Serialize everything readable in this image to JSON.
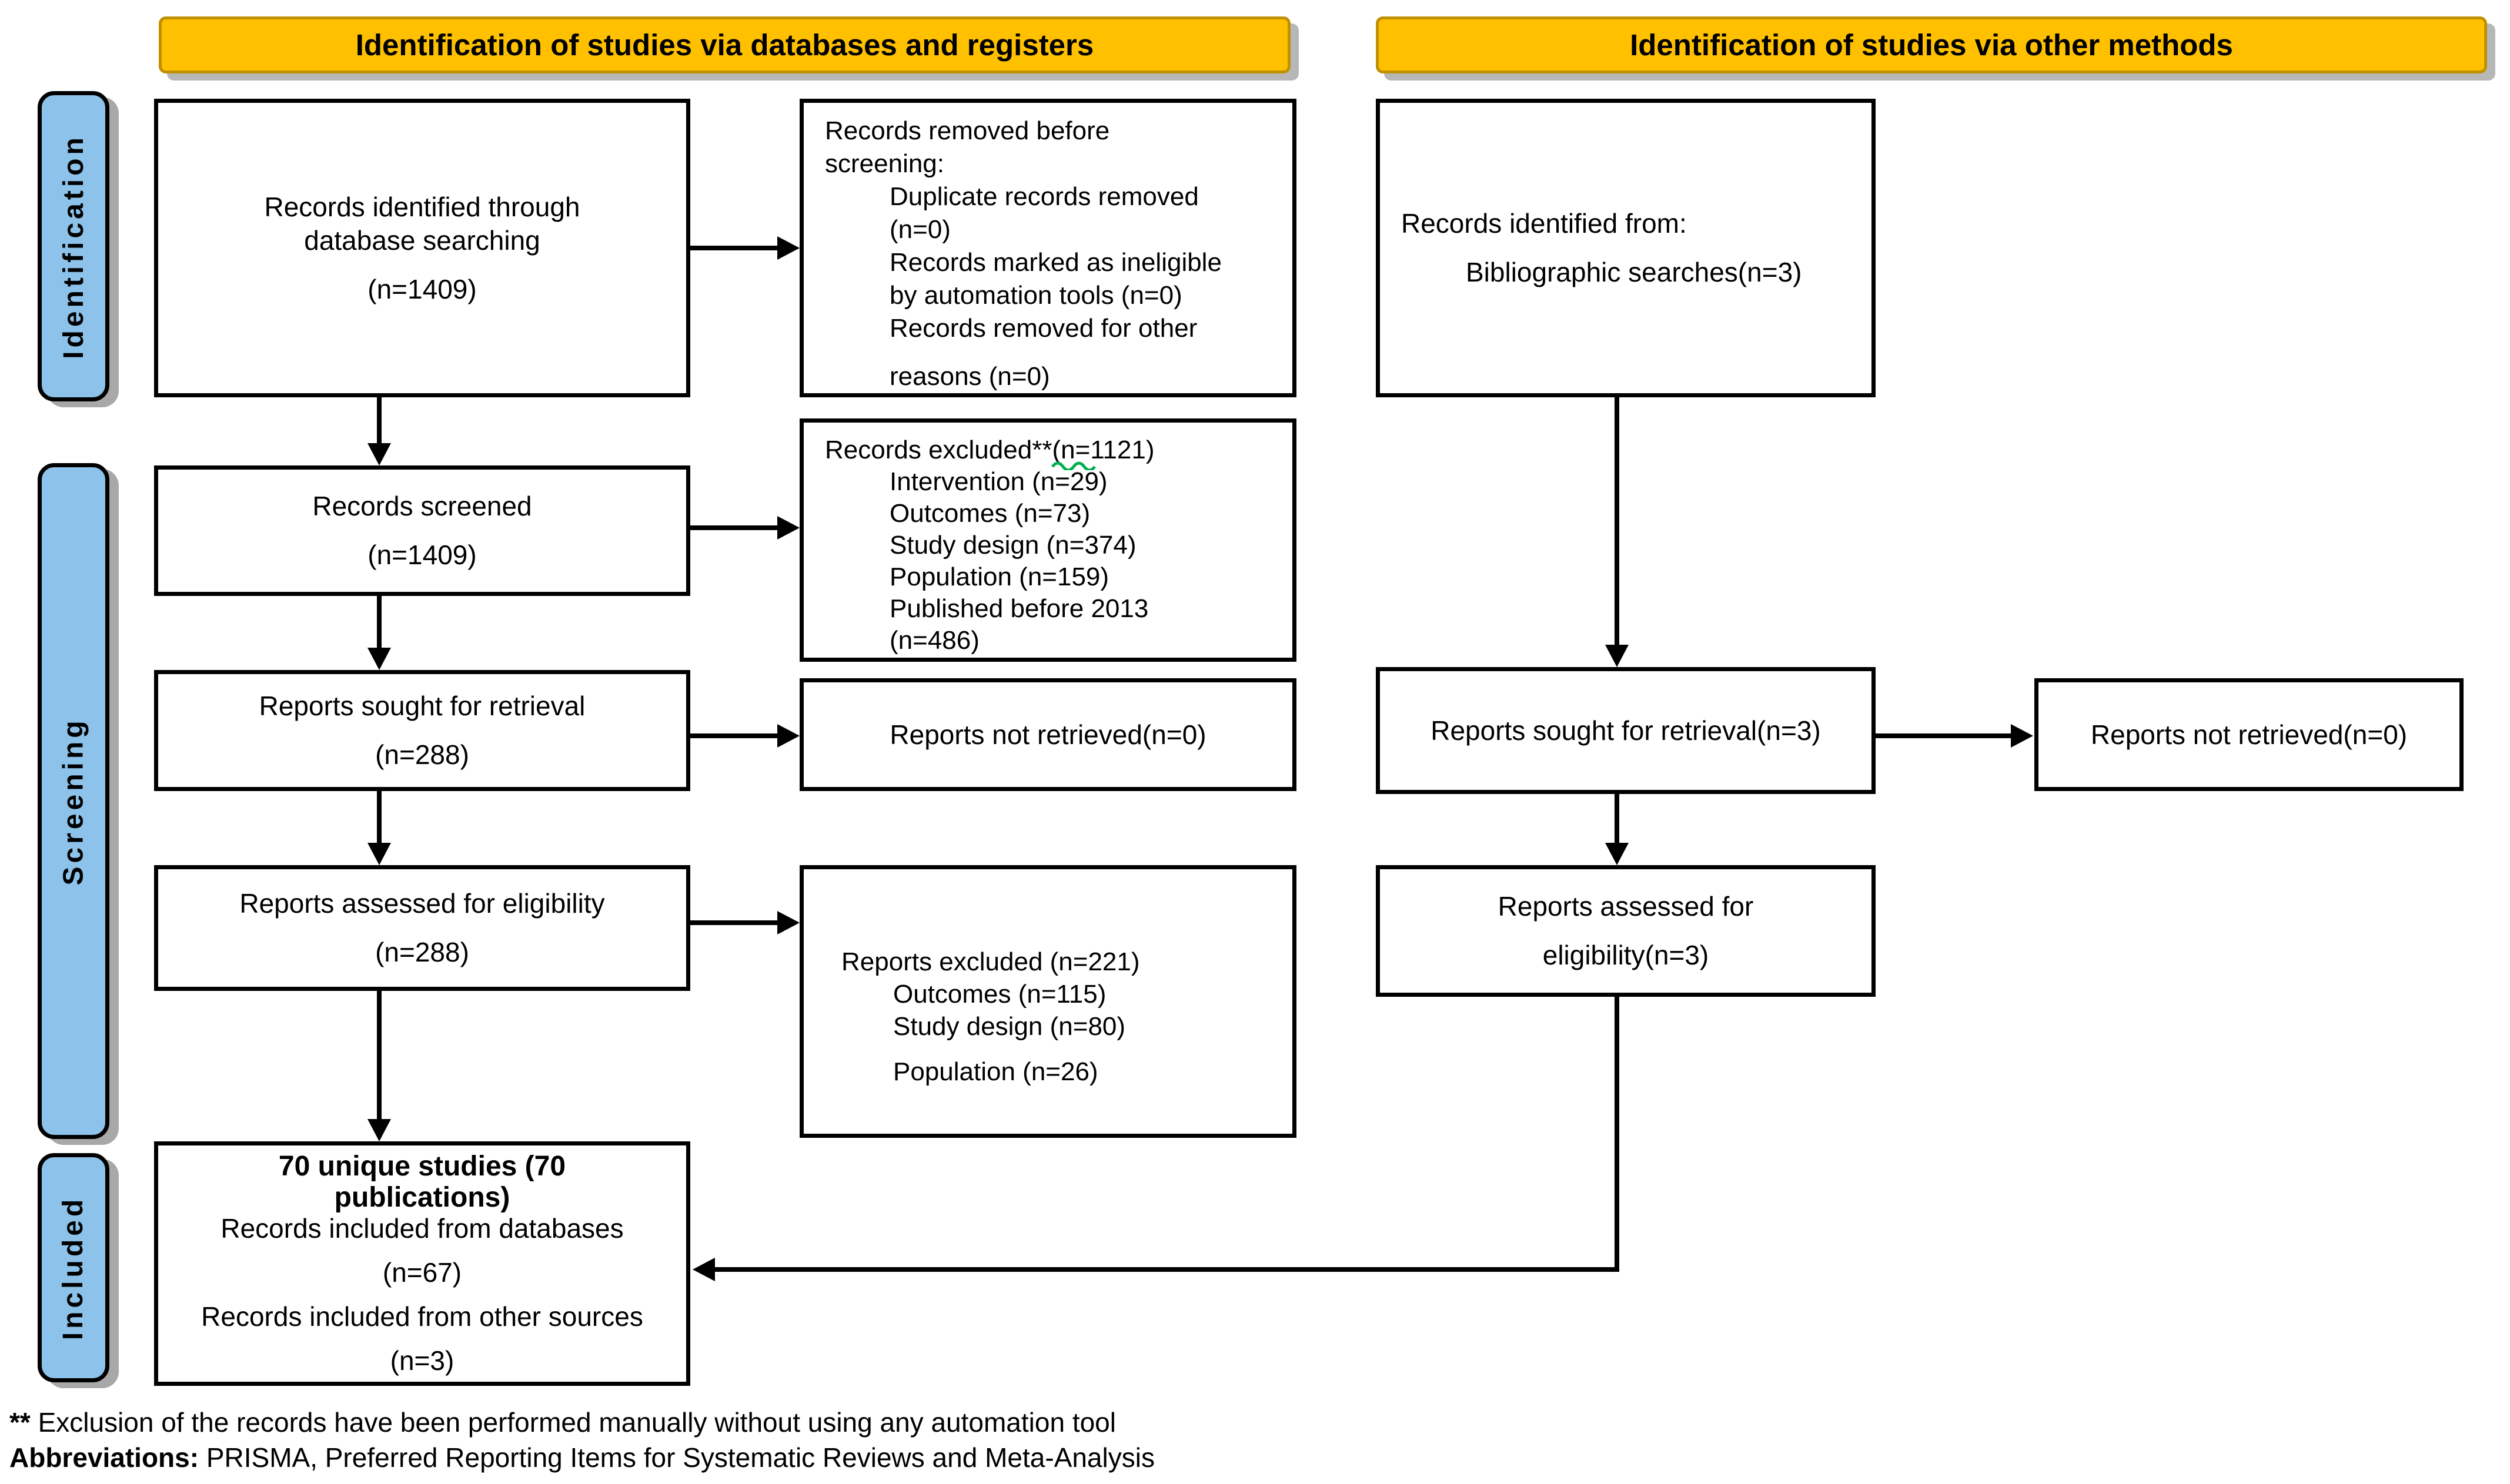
{
  "headers": {
    "left": "Identification of studies via databases and registers",
    "right": "Identification of studies via other methods"
  },
  "stages": {
    "identification": "Identification",
    "screening": "Screening",
    "included": "Included"
  },
  "boxes": {
    "records_identified": {
      "lines": [
        "Records identified through",
        "database searching",
        "(n=1409)"
      ]
    },
    "records_removed": {
      "lines": [
        "Records removed before",
        "screening:",
        "Duplicate records removed",
        "(n=0)",
        "Records marked as ineligible",
        "by automation tools (n=0)",
        "Records removed for other",
        "reasons (n=0)"
      ]
    },
    "records_screened": {
      "lines": [
        "Records screened",
        "(n=1409)"
      ]
    },
    "records_excluded": {
      "lines": [
        "Records excluded**(n=1121)",
        "Intervention (n=29)",
        "Outcomes (n=73)",
        "Study design (n=374)",
        "Population (n=159)",
        "Published before 2013",
        "(n=486)"
      ]
    },
    "reports_sought": {
      "lines": [
        "Reports sought for retrieval",
        "(n=288)"
      ]
    },
    "reports_not_retrieved": {
      "lines": [
        "Reports not retrieved(n=0)"
      ]
    },
    "reports_assessed": {
      "lines": [
        "Reports assessed for eligibility",
        "(n=288)"
      ]
    },
    "reports_excluded": {
      "lines": [
        "Reports excluded (n=221)",
        "Outcomes (n=115)",
        "Study design (n=80)",
        "Population (n=26)"
      ]
    },
    "included_studies": {
      "lines": [
        "70 unique studies (70",
        "publications)",
        "Records included from databases",
        "(n=67)",
        "Records included from other sources",
        "(n=3)"
      ]
    },
    "other_records_identified": {
      "lines": [
        "Records identified from:",
        "Bibliographic searches(n=3)"
      ]
    },
    "other_reports_sought": {
      "lines": [
        "Reports sought for retrieval(n=3)"
      ]
    },
    "other_reports_not_retrieved": {
      "lines": [
        "Reports not retrieved(n=0)"
      ]
    },
    "other_reports_assessed": {
      "lines": [
        "Reports assessed for",
        "eligibility(n=3)"
      ]
    }
  },
  "footnotes": {
    "line1_prefix": "**",
    "line1_text": " Exclusion of the records have been performed manually without using any automation tool",
    "line2_prefix": "Abbreviations:",
    "line2_text": " PRISMA, Preferred Reporting Items for Systematic Reviews and Meta-Analysis"
  },
  "colors": {
    "header_bg": "#FFC000",
    "header_border": "#BF9000",
    "stage_bar_bg": "#8DC3EA",
    "box_border": "#000000",
    "squiggle_green": "#00B050"
  }
}
